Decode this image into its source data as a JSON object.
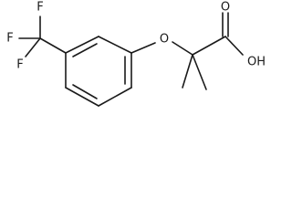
{
  "molecule": {
    "atoms": {
      "f_top": "F",
      "f_left": "F",
      "f_bottom": "F",
      "ether_oxygen": "O",
      "carbonyl_oxygen": "O",
      "hydroxyl": "OH"
    }
  }
}
